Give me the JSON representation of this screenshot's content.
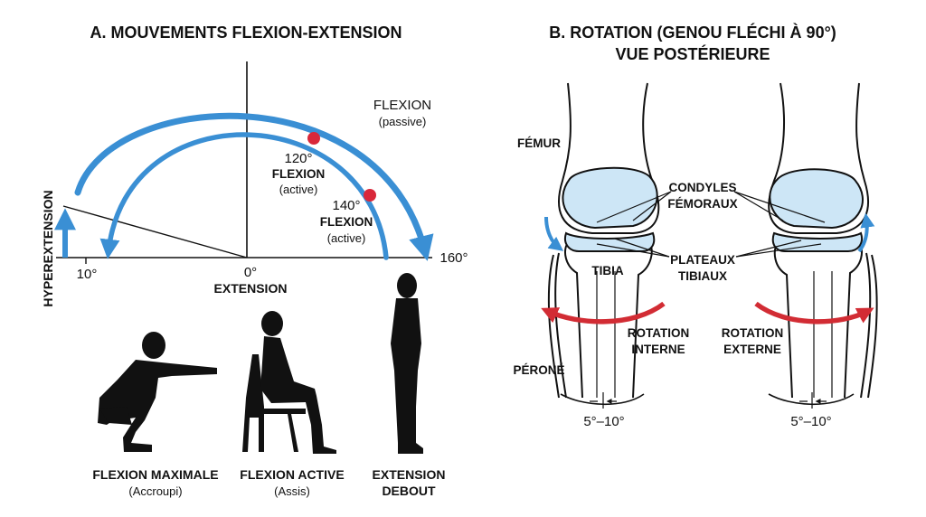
{
  "panel_a": {
    "title": "A. MOUVEMENTS FLEXION-EXTENSION",
    "flexion_passive": {
      "label": "FLEXION",
      "sub": "(passive)"
    },
    "flex120": {
      "deg": "120°",
      "label": "FLEXION",
      "sub": "(active)"
    },
    "flex140": {
      "deg": "140°",
      "label": "FLEXION",
      "sub": "(active)"
    },
    "hyperextension": "HYPEREXTENSION",
    "tick_10": "10°",
    "tick_0": "0°",
    "extension": "EXTENSION",
    "tick_160": "160°",
    "figures": [
      {
        "title": "FLEXION MAXIMALE",
        "sub": "(Accroupi)"
      },
      {
        "title": "FLEXION ACTIVE",
        "sub": "(Assis)"
      },
      {
        "title": "EXTENSION",
        "sub": "DEBOUT"
      }
    ]
  },
  "panel_b": {
    "title_line1": "B. ROTATION (GENOU FLÉCHI À 90°)",
    "title_line2": "VUE POSTÉRIEURE",
    "femur": "FÉMUR",
    "condyles_1": "CONDYLES",
    "condyles_2": "FÉMORAUX",
    "plateaux_1": "PLATEAUX",
    "plateaux_2": "TIBIAUX",
    "tibia": "TIBIA",
    "perone": "PÉRONÉ",
    "rot_int_1": "ROTATION",
    "rot_int_2": "INTERNE",
    "rot_ext_1": "ROTATION",
    "rot_ext_2": "EXTERNE",
    "range_left": "5°–10°",
    "range_right": "5°–10°"
  },
  "colors": {
    "arc_blue": "#3a8fd4",
    "marker_red": "#d9283a",
    "rotation_red": "#d22c34",
    "cartilage_blue": "#cde6f6"
  }
}
